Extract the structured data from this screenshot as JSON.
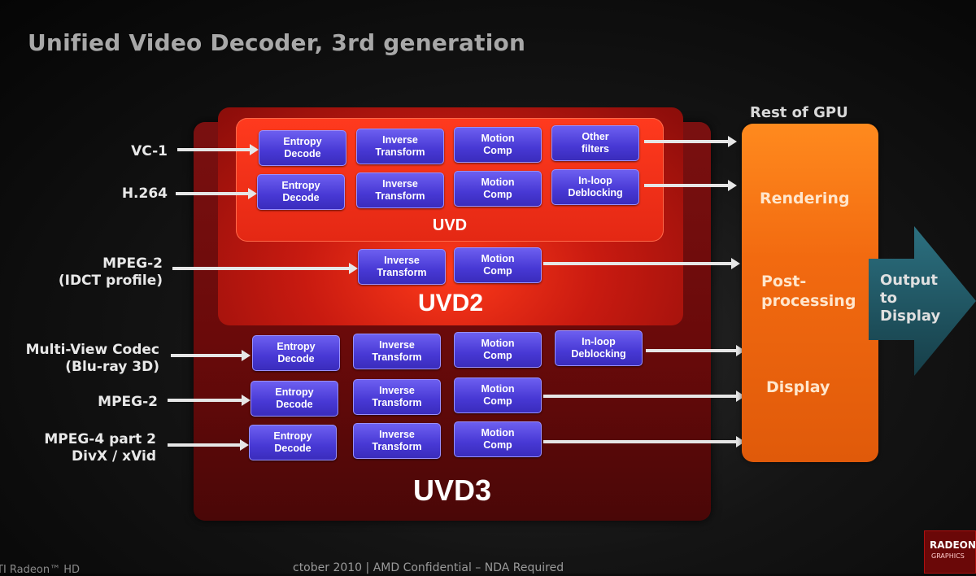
{
  "title": "Unified Video Decoder, 3rd generation",
  "rest_of_gpu": "Rest of GPU",
  "containers": {
    "uvd": "UVD",
    "uvd2": "UVD2",
    "uvd3": "UVD3"
  },
  "inputs": {
    "vc1": "VC-1",
    "h264": "H.264",
    "mpeg2_idct": "MPEG-2\n(IDCT profile)",
    "mvc": "Multi-View Codec\n(Blu-ray 3D)",
    "mpeg2": "MPEG-2",
    "mpeg4": "MPEG-4 part 2\nDivX / xVid"
  },
  "blocks": {
    "entropy": "Entropy\nDecode",
    "inverse": "Inverse\nTransform",
    "motion": "Motion\nComp",
    "other_filters": "Other\nfilters",
    "inloop": "In-loop\nDeblocking"
  },
  "gpu_stages": {
    "rendering": "Rendering",
    "postprocessing": "Post-\nprocessing",
    "display": "Display"
  },
  "output": "Output\nto\nDisplay",
  "footer": {
    "left": "TI Radeon™ HD",
    "center": "ctober 2010 | AMD Confidential – NDA Required"
  },
  "logo": {
    "brand": "RADEON",
    "sub": "GRAPHICS"
  },
  "colors": {
    "block_blue": "#4738d4",
    "uvd_red": "#e42814",
    "uvd3_dark_red": "#6a0a0a",
    "gpu_orange": "#f26a10",
    "output_teal": "#1f5a66"
  }
}
